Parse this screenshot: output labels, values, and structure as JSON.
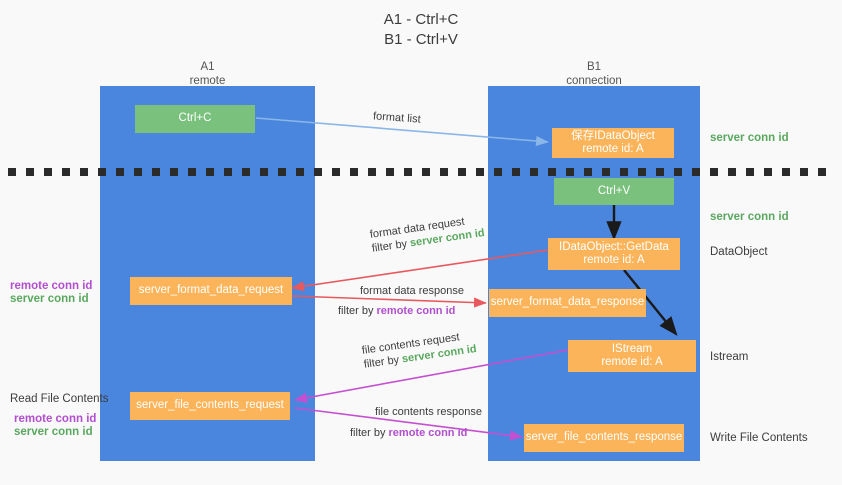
{
  "title": {
    "line1": "A1 - Ctrl+C",
    "line2": "B1 - Ctrl+V"
  },
  "lanes": [
    {
      "id": "a1",
      "name": "A1",
      "role": "remote"
    },
    {
      "id": "b1",
      "name": "B1",
      "role": "connection"
    }
  ],
  "colors": {
    "lane": "#4a86dd",
    "green_box": "#79c17d",
    "orange_box": "#fcb45a",
    "server_conn_id": "#5aa85f",
    "remote_conn_id": "#b24fd0",
    "arrow_format_list": "#8ab6e8",
    "arrow_format_data": "#e8595e",
    "arrow_file_contents": "#c44fd0",
    "arrow_internal": "#1a1a1a",
    "divider": "#2b2b2b"
  },
  "nodes": {
    "ctrl_c": {
      "label": "Ctrl+C"
    },
    "save_idataobject": {
      "line1": "保存IDataObject",
      "line2": "remote id: A"
    },
    "ctrl_v": {
      "label": "Ctrl+V"
    },
    "getdata": {
      "line1": "IDataObject::GetData",
      "line2": "remote id: A"
    },
    "server_format_data_request": {
      "label": "server_format_data_request"
    },
    "server_format_data_response": {
      "label": "server_format_data_response"
    },
    "istream": {
      "line1": "IStream",
      "line2": "remote id: A"
    },
    "server_file_contents_request": {
      "label": "server_file_contents_request"
    },
    "server_file_contents_response": {
      "label": "server_file_contents_response"
    }
  },
  "annotations": {
    "server_conn_id_top": "server conn id",
    "server_conn_id_second": "server conn id",
    "dataobject": "DataObject",
    "istream": "Istream",
    "write_file_contents": "Write File Contents",
    "read_file_contents": "Read File Contents",
    "left_format_remote": "remote conn id",
    "left_format_server": "server conn id",
    "left_file_remote": "remote conn id",
    "left_file_server": "server conn id"
  },
  "edges": {
    "format_list": {
      "label": "format list"
    },
    "format_data_request": {
      "line1": "format data request",
      "line2_prefix": "filter by ",
      "line2_key": "server conn id"
    },
    "format_data_response": {
      "line1": "format data response",
      "line2_prefix": "filter by ",
      "line2_key": "remote conn id"
    },
    "file_contents_request": {
      "line1": "file contents request",
      "line2_prefix": "filter by ",
      "line2_key": "server conn id"
    },
    "file_contents_response": {
      "line1": "file contents response",
      "line2_prefix": "filter by ",
      "line2_key": "remote conn id"
    }
  }
}
